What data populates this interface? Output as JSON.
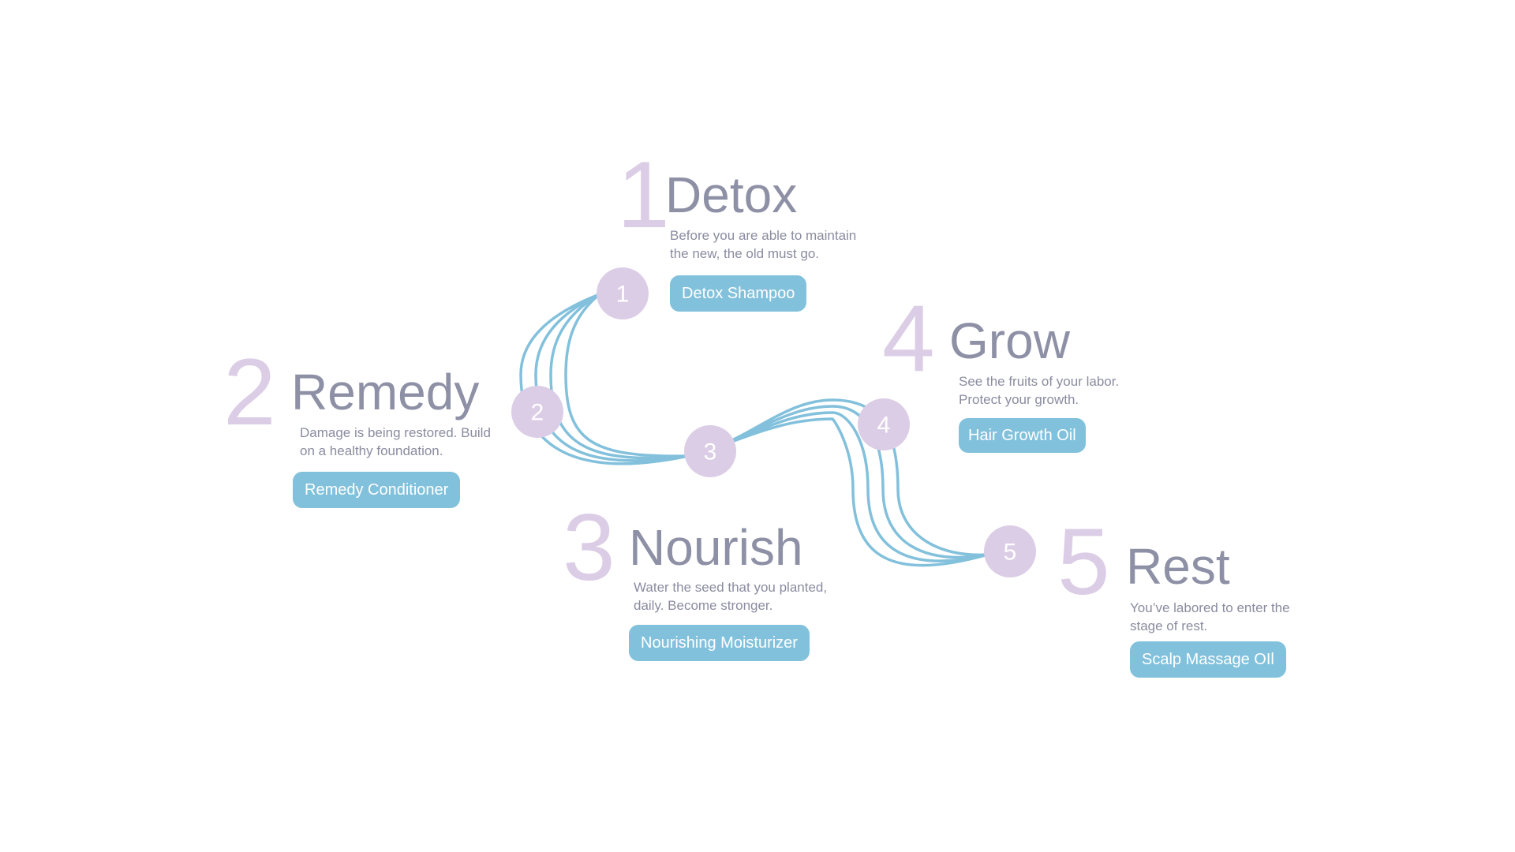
{
  "colors": {
    "line": "#82c0dc",
    "node": "#dccde6",
    "title": "#8e90a6",
    "button": "#82c1dc"
  },
  "steps": [
    {
      "number": "1",
      "title": "Detox",
      "description": "Before you are able to maintain the new, the old must go.",
      "product": "Detox Shampoo"
    },
    {
      "number": "2",
      "title": "Remedy",
      "description": "Damage is being restored. Build on a healthy foundation.",
      "product": "Remedy Conditioner"
    },
    {
      "number": "3",
      "title": "Nourish",
      "description": "Water the seed that you planted, daily. Become stronger.",
      "product": "Nourishing Moisturizer"
    },
    {
      "number": "4",
      "title": "Grow",
      "description": "See the fruits of your labor. Protect your growth.",
      "product": "Hair Growth Oil"
    },
    {
      "number": "5",
      "title": "Rest",
      "description": "You’ve labored to enter the stage of rest.",
      "product": "Scalp Massage OIl"
    }
  ]
}
